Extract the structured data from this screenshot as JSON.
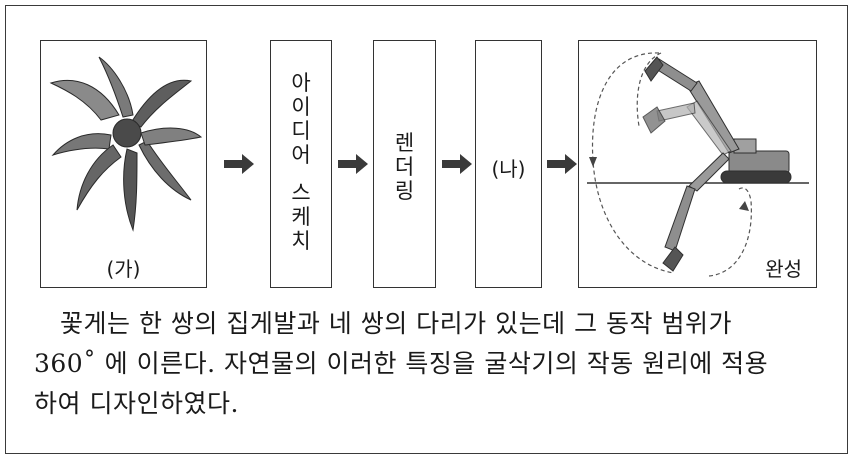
{
  "diagram": {
    "steps": [
      {
        "id": "crab",
        "label": "(가)",
        "icon": "crab-claws-photo"
      },
      {
        "id": "idea",
        "lines": [
          "아",
          "이",
          "디",
          "어",
          "",
          "스",
          "케",
          "치"
        ]
      },
      {
        "id": "render",
        "lines": [
          "렌",
          "더",
          "링"
        ]
      },
      {
        "id": "step-na",
        "label": "(나)"
      },
      {
        "id": "final",
        "label": "완성",
        "icon": "excavator-photo"
      }
    ],
    "arrow_color": "#3a3a3a"
  },
  "caption": {
    "line1": "꽃게는 한 쌍의 집게발과 네 쌍의 다리가 있는데 그 동작 범위가",
    "line2": "360˚ 에 이른다. 자연물의 이러한 특징을 굴삭기의 작동 원리에 적용",
    "line3": "하여 디자인하였다."
  }
}
